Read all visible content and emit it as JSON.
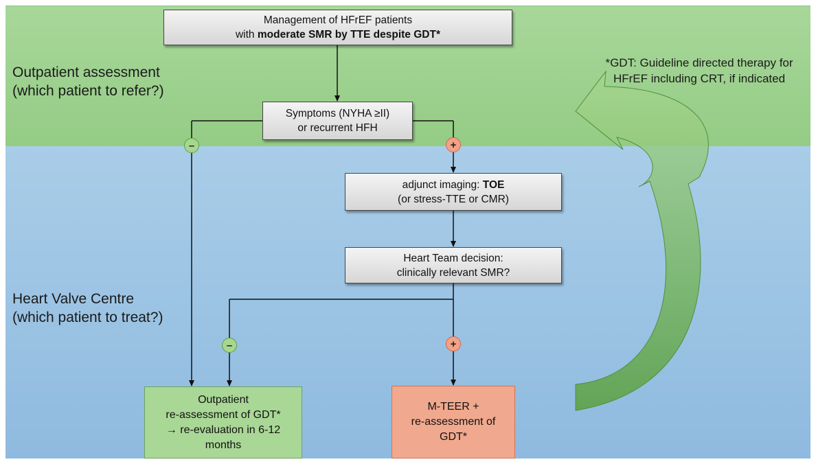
{
  "regions": {
    "outpatient": {
      "line1": "Outpatient assessment",
      "line2": "(which patient to refer?)"
    },
    "hvc": {
      "line1": "Heart Valve Centre",
      "line2": "(which patient to treat?)"
    }
  },
  "note": "*GDT: Guideline directed therapy for HFrEF including CRT, if indicated",
  "boxes": {
    "management": {
      "line1": "Management of HFrEF patients",
      "line2_pre": "with ",
      "line2_bold": "moderate SMR by TTE despite GDT*"
    },
    "symptoms": {
      "line1": "Symptoms (NYHA ≥II)",
      "line2": "or recurrent HFH"
    },
    "imaging": {
      "line1_pre": "adjunct imaging: ",
      "line1_bold": "TOE",
      "line2": "(or stress-TTE or CMR)"
    },
    "heart_team": {
      "line1": "Heart Team decision:",
      "line2": "clinically relevant SMR?"
    },
    "outpatient_result": {
      "line1": "Outpatient",
      "line2": "re-assessment of GDT*",
      "line3": "→ re-evaluation in 6-12",
      "line4": "months"
    },
    "mteer": {
      "line1": "M-TEER +",
      "line2": "re-assessment of",
      "line3": "GDT*"
    }
  },
  "badges": {
    "negative": "–",
    "positive": "+"
  },
  "colors": {
    "outpatient_band": "#a8d79a",
    "hvc_band": "#a9cde8",
    "negative_badge": "#a7d68f",
    "positive_badge": "#f2a286",
    "mteer_box": "#f0a88e",
    "outpatient_box": "#a9d796"
  }
}
